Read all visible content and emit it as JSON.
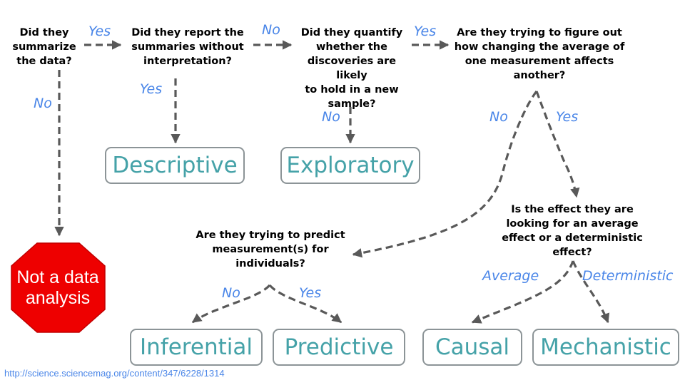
{
  "colors": {
    "accent_label": "#4a86e8",
    "result_text": "#45a2a8",
    "box_border": "#8c9497",
    "arrow": "#595959",
    "stop_fill": "#ee0000"
  },
  "questions": {
    "summarize": "Did they\nsummarize\nthe data?",
    "report": "Did they report the\nsummaries without\ninterpretation?",
    "quantify": "Did they quantify\nwhether the\ndiscoveries are likely\nto hold in a new\nsample?",
    "average": "Are they trying to figure out\nhow changing the average of\none measurement affects\nanother?",
    "effect": "Is the effect they are\nlooking for an average\neffect or a deterministic\neffect?",
    "predict": "Are they trying to predict\nmeasurement(s) for\nindividuals?"
  },
  "edge_labels": {
    "summarize_yes": "Yes",
    "summarize_no": "No",
    "report_no": "No",
    "report_yes": "Yes",
    "quantify_yes": "Yes",
    "quantify_no": "No",
    "average_no": "No",
    "average_yes": "Yes",
    "predict_no": "No",
    "predict_yes": "Yes",
    "effect_average": "Average",
    "effect_deterministic": "Deterministic"
  },
  "results": {
    "descriptive": "Descriptive",
    "exploratory": "Exploratory",
    "inferential": "Inferential",
    "predictive": "Predictive",
    "causal": "Causal",
    "mechanistic": "Mechanistic"
  },
  "stop_sign": {
    "text": "Not a data\nanalysis",
    "icon": "stop-sign-icon"
  },
  "source": "http://science.sciencemag.org/content/347/6228/1314"
}
